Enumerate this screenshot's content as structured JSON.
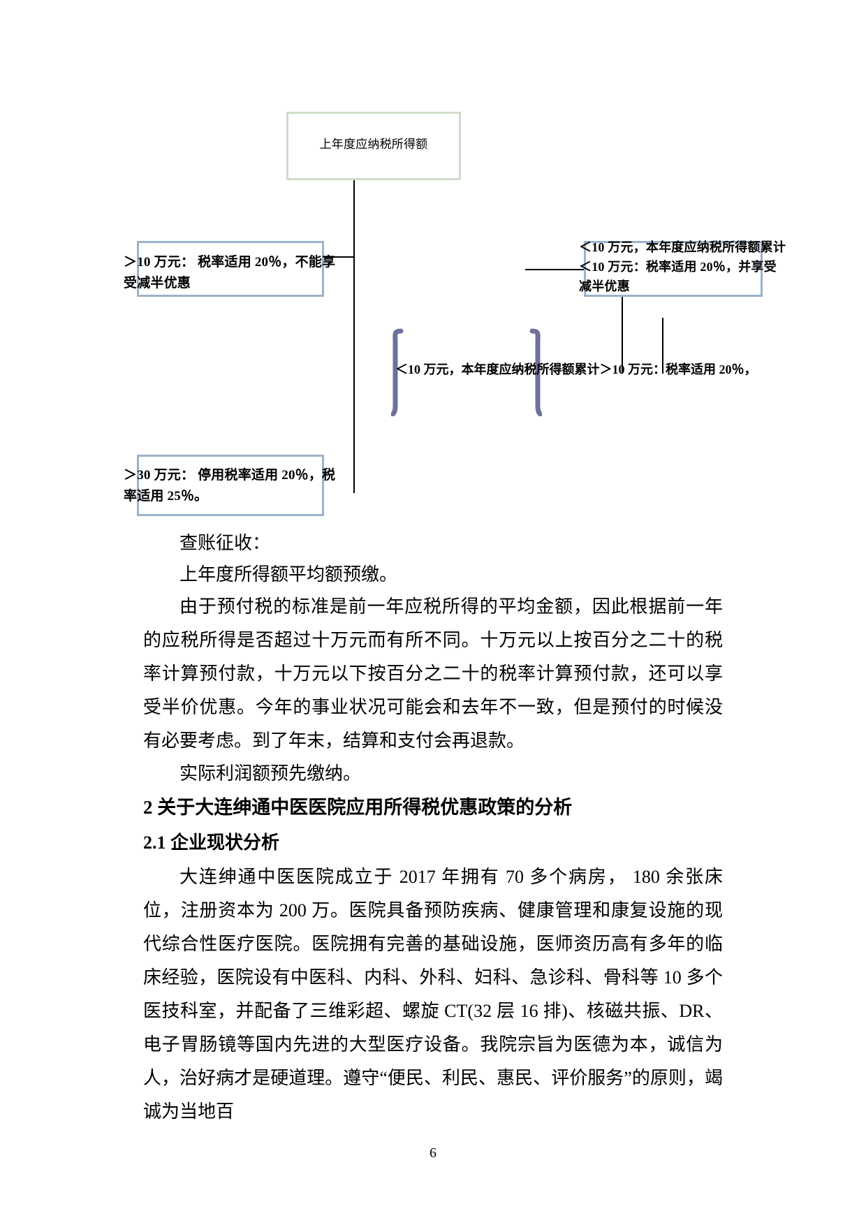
{
  "page": {
    "number": "6"
  },
  "diagram": {
    "top_box": {
      "text": "上年度应纳税所得额",
      "border_color": "#cfdcc9"
    },
    "left_box": {
      "text": "＞10 万元： 税率适用 20％，不能享受减半优惠",
      "border_color": "#9bb3cd"
    },
    "right_box": {
      "text": "＜10 万元，本年度应纳税所得额累计 ＜10 万元：税率适用 20％，并享受减半优惠",
      "border_color": "#9bb3cd"
    },
    "brace_group": {
      "text": "＜10 万元，本年度应纳税所得额累计＞10 万元：税率适用 20％，",
      "brace_color": "#6e719e"
    },
    "bottom_box": {
      "text": "＞30 万元： 停用税率适用 20％，税率适用 25％。",
      "border_color": "#9bb3cd"
    }
  },
  "body": {
    "line1": "查账征收：",
    "line2": "上年度所得额平均额预缴。",
    "para1": "由于预付税的标准是前一年应税所得的平均金额，因此根据前一年的应税所得是否超过十万元而有所不同。十万元以上按百分之二十的税率计算预付款，十万元以下按百分之二十的税率计算预付款，还可以享受半价优惠。今年的事业状况可能会和去年不一致，但是预付的时候没有必要考虑。到了年末，结算和支付会再退款。",
    "line3": "实际利润额预先缴纳。",
    "heading2": "2 关于大连绅通中医医院应用所得税优惠政策的分析",
    "heading21": "2.1 企业现状分析",
    "para2": "大连绅通中医医院成立于 2017 年拥有 70 多个病房， 180 余张床位，注册资本为 200 万。医院具备预防疾病、健康管理和康复设施的现代综合性医疗医院。医院拥有完善的基础设施，医师资历高有多年的临床经验，医院设有中医科、内科、外科、妇科、急诊科、骨科等 10 多个医技科室，并配备了三维彩超、螺旋 CT(32 层 16 排)、核磁共振、DR、电子胃肠镜等国内先进的大型医疗设备。我院宗旨为医德为本，诚信为人，治好病才是硬道理。遵守“便民、利民、惠民、评价服务”的原则，竭诚为当地百"
  }
}
